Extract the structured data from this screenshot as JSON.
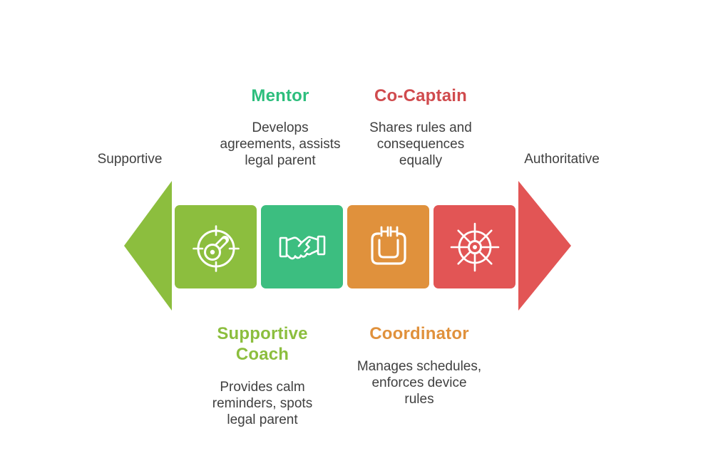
{
  "axis": {
    "left_label": "Supportive",
    "right_label": "Authoritative",
    "label_color": "#404040"
  },
  "arrows": {
    "left_color": "#8cbe3e",
    "right_color": "#e25555"
  },
  "top_callouts": [
    {
      "title": "Mentor",
      "title_color": "#2dbe7d",
      "description": "Develops\nagreements, assists\nlegal parent"
    },
    {
      "title": "Co-Captain",
      "title_color": "#d04b4e",
      "description": "Shares rules and\nconsequences\nequally"
    }
  ],
  "bottom_callouts": [
    {
      "title": "Supportive\nCoach",
      "title_color": "#8cbe3e",
      "description": "Provides calm\nreminders, spots\nlegal parent"
    },
    {
      "title": "Coordinator",
      "title_color": "#e0913c",
      "description": "Manages schedules,\nenforces device\nrules"
    }
  ],
  "boxes": [
    {
      "icon": "gauge-target-icon",
      "color": "#8cbe3e"
    },
    {
      "icon": "handshake-icon",
      "color": "#3cbe80"
    },
    {
      "icon": "calendar-icon",
      "color": "#e0913c"
    },
    {
      "icon": "helm-icon",
      "color": "#e25555"
    }
  ],
  "text_color": "#404040"
}
